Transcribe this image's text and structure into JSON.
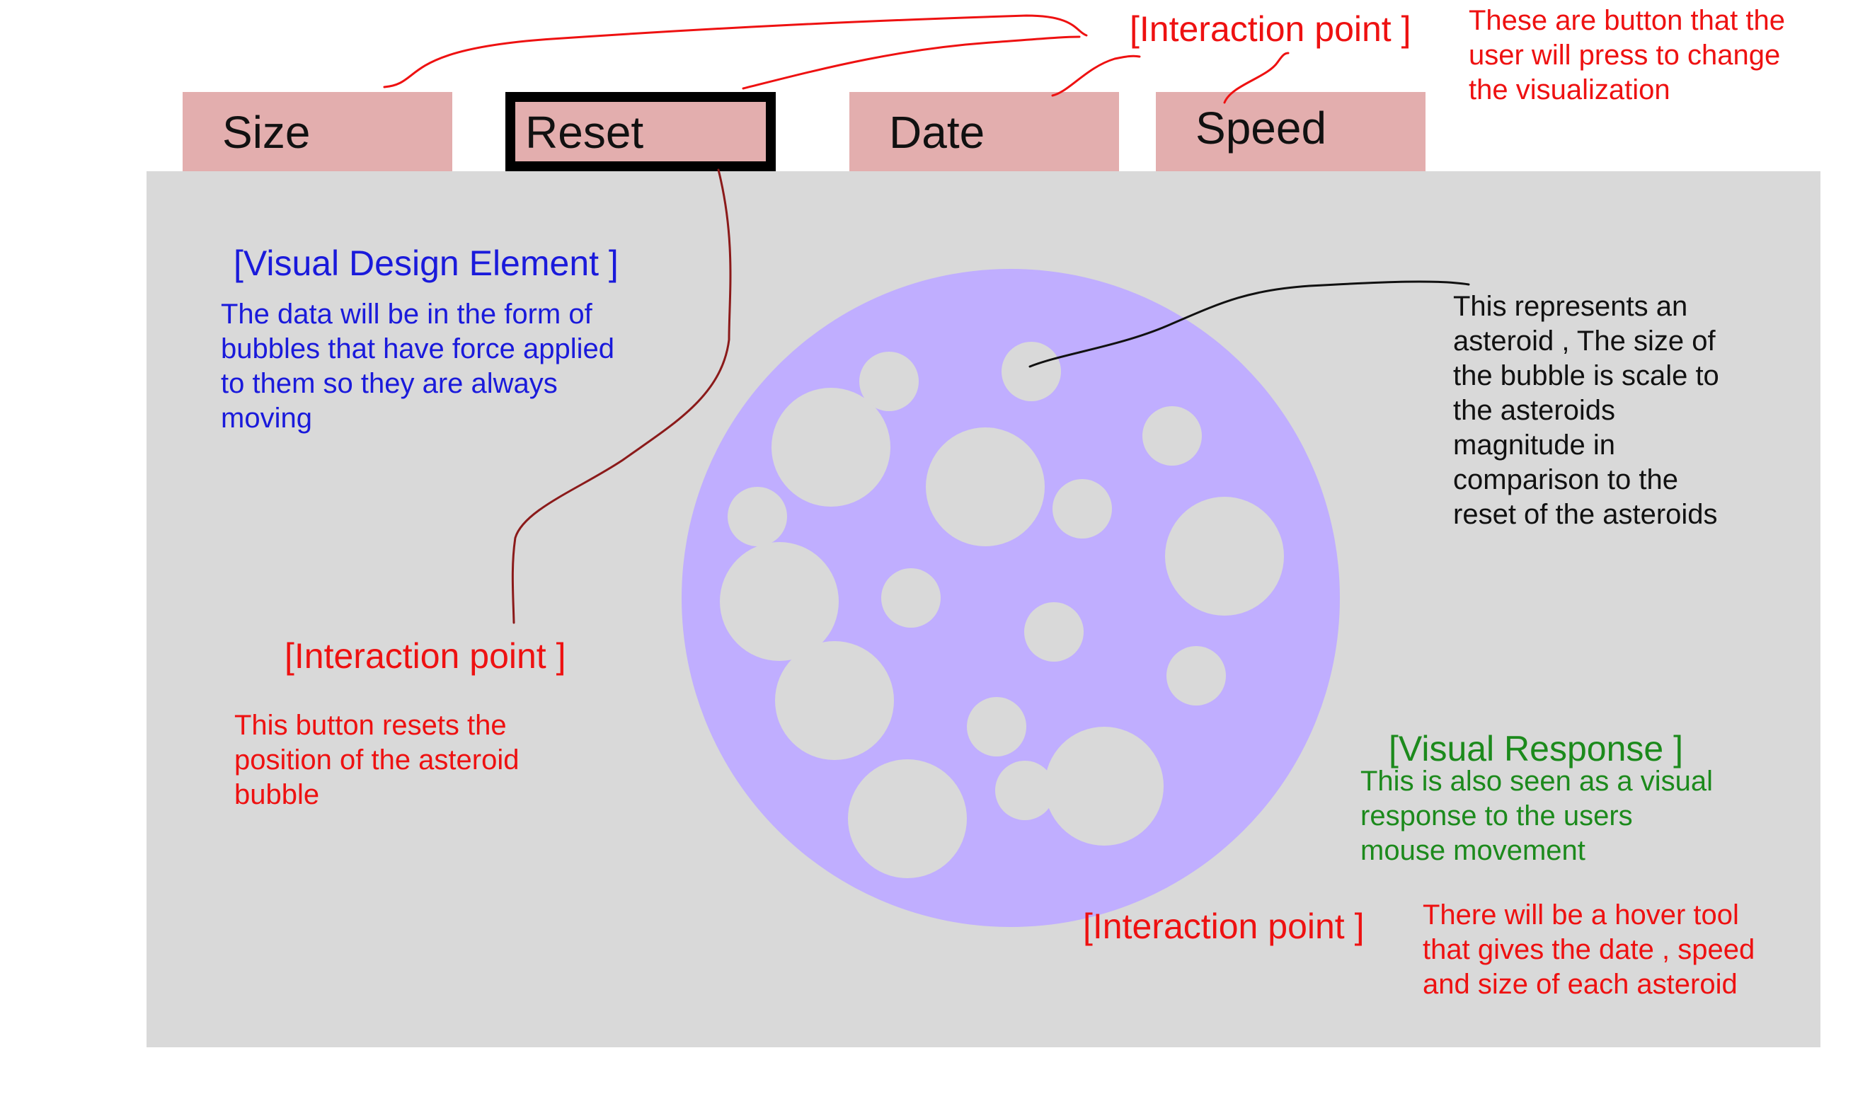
{
  "toolbar": {
    "size_label": "Size",
    "reset_label": "Reset",
    "date_label": "Date",
    "speed_label": "Speed"
  },
  "annotations": {
    "top_interaction_heading": "[Interaction point ]",
    "top_interaction_note": [
      "These are button that the",
      "user will press to change",
      "the visualization"
    ],
    "visual_design_heading": "[Visual Design Element ]",
    "visual_design_note": [
      "The data will be in the form of",
      "bubbles that have force  applied",
      "to them so they are always",
      "moving"
    ],
    "reset_interaction_heading": "[Interaction point ]",
    "reset_interaction_note": [
      "This button resets the",
      "position of the asteroid",
      "bubble"
    ],
    "asteroid_note": [
      "This represents an",
      "asteroid , The size of",
      "the bubble is scale to",
      "the asteroids",
      "magnitude in",
      "comparison to the",
      "reset of the asteroids"
    ],
    "visual_response_heading": "[Visual Response ]",
    "visual_response_note": [
      "This is also seen as a visual",
      "response to the users",
      "mouse movement"
    ],
    "hover_interaction_heading": "[Interaction point ]",
    "hover_interaction_note": [
      "There will be a hover tool",
      "that gives the date , speed",
      "and size of each asteroid"
    ]
  },
  "colors": {
    "panel": "#d9d9d9",
    "button": "#e3aeae",
    "big_bubble": "#c0aeff",
    "asteroid": "#d9d9d9",
    "interaction_red": "#ee1111",
    "design_blue": "#1a1adb",
    "response_green": "#1c8a1c",
    "connector_dark_red": "#8b1a1a"
  }
}
